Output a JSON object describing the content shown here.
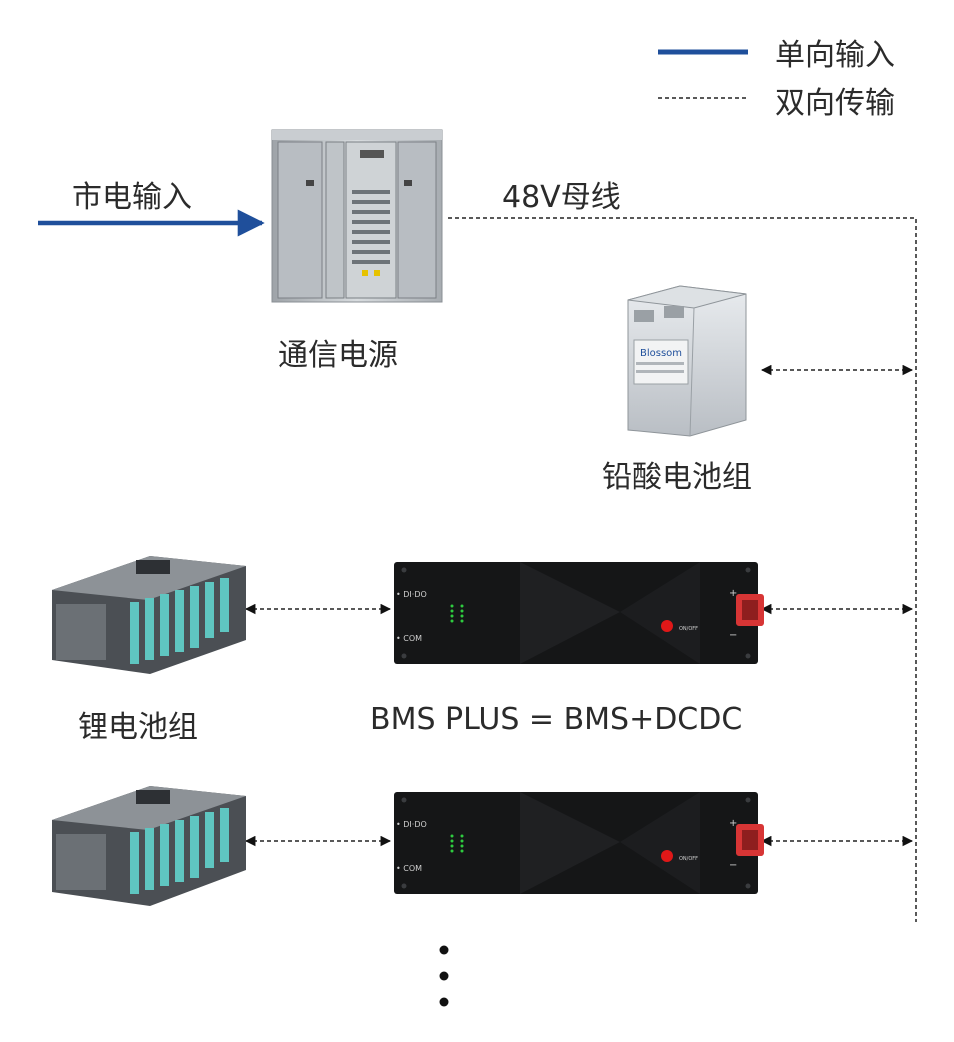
{
  "legend": {
    "solid_label": "单向输入",
    "dashed_label": "双向传输",
    "solid_color": "#1f4f9b"
  },
  "labels": {
    "grid_input": "市电输入",
    "telecom_power": "通信电源",
    "bus": "48V母线",
    "lead_acid": "铅酸电池组",
    "lithium": "锂电池组",
    "bms_plus": "BMS PLUS = BMS+DCDC"
  },
  "bms_device": {
    "port_didio": "• DI·DO",
    "port_com": "• COM",
    "switch_label": "ON/OFF",
    "terminal_plus": "+",
    "terminal_minus": "−"
  },
  "lead_acid_brand": "Blossom",
  "continuation": "⋮"
}
